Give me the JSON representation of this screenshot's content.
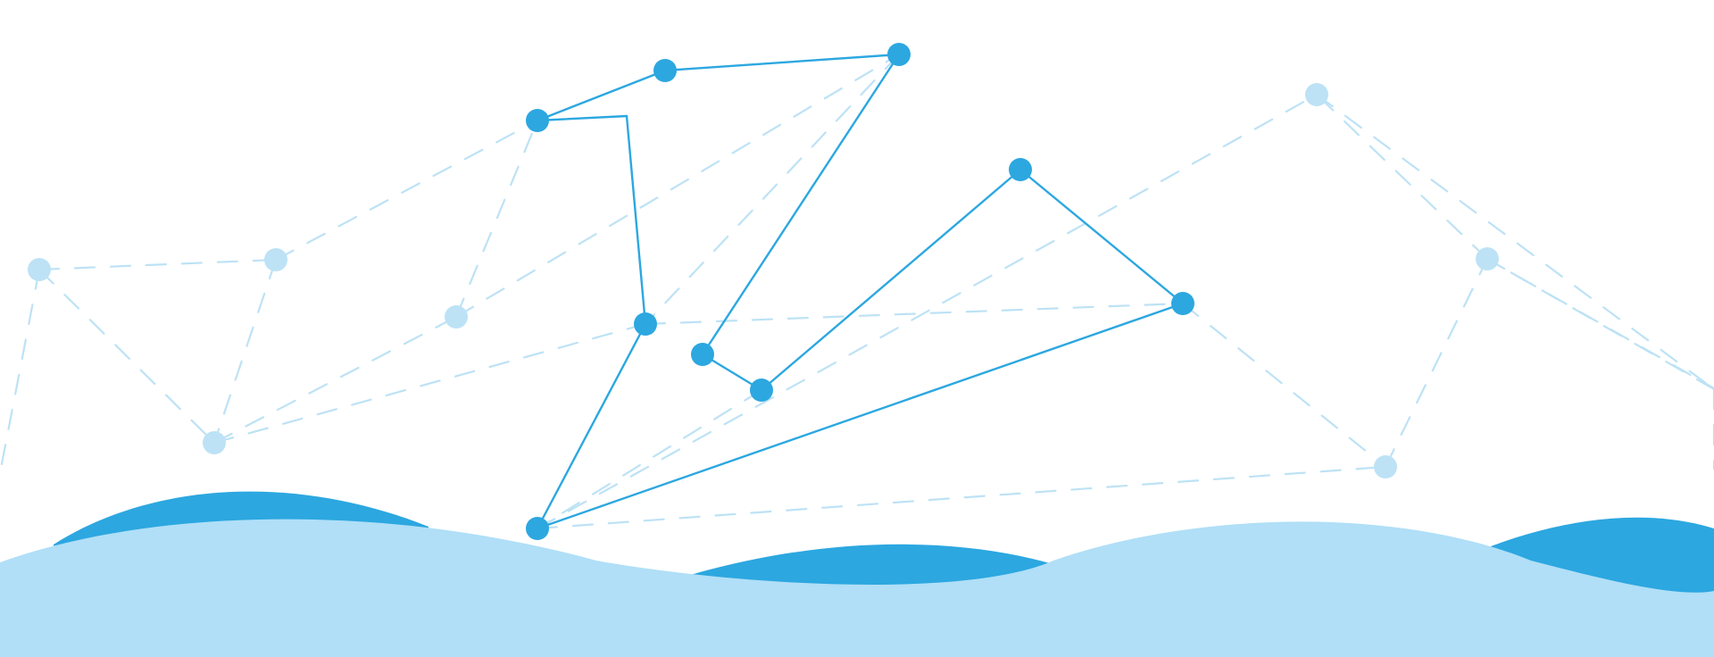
{
  "colors": {
    "background": "#ffffff",
    "accent": "#2ca7e0",
    "faint": "#bde2f5",
    "wave_light": "#b0dff7"
  },
  "network": {
    "active_edges": [
      [
        "n_a",
        "n_b"
      ],
      [
        "n_a",
        "n_k"
      ],
      [
        "n_k",
        "n_g"
      ],
      [
        "n_b",
        "n_c"
      ],
      [
        "n_c",
        "n_e"
      ],
      [
        "n_e",
        "n_f"
      ],
      [
        "n_f",
        "n_d"
      ],
      [
        "n_d",
        "n_h"
      ],
      [
        "n_h",
        "n_i"
      ],
      [
        "n_i",
        "n_g"
      ]
    ],
    "faint_edges": [
      [
        "f1",
        "f2"
      ],
      [
        "f1",
        "f3"
      ],
      [
        "f1",
        "f0"
      ],
      [
        "f2",
        "f3"
      ],
      [
        "f2",
        "n_a"
      ],
      [
        "f3",
        "f4"
      ],
      [
        "f3",
        "n_g"
      ],
      [
        "f4",
        "n_c"
      ],
      [
        "f4",
        "n_a"
      ],
      [
        "n_c",
        "n_g"
      ],
      [
        "n_g",
        "n_h"
      ],
      [
        "n_h",
        "f5"
      ],
      [
        "n_f",
        "n_i"
      ],
      [
        "n_i",
        "f6"
      ],
      [
        "n_i",
        "f5"
      ],
      [
        "f5",
        "f7"
      ],
      [
        "f7",
        "f6"
      ],
      [
        "f6",
        "f8"
      ],
      [
        "f8",
        "f9"
      ],
      [
        "f8",
        "f7"
      ],
      [
        "f7",
        "f10"
      ]
    ]
  }
}
